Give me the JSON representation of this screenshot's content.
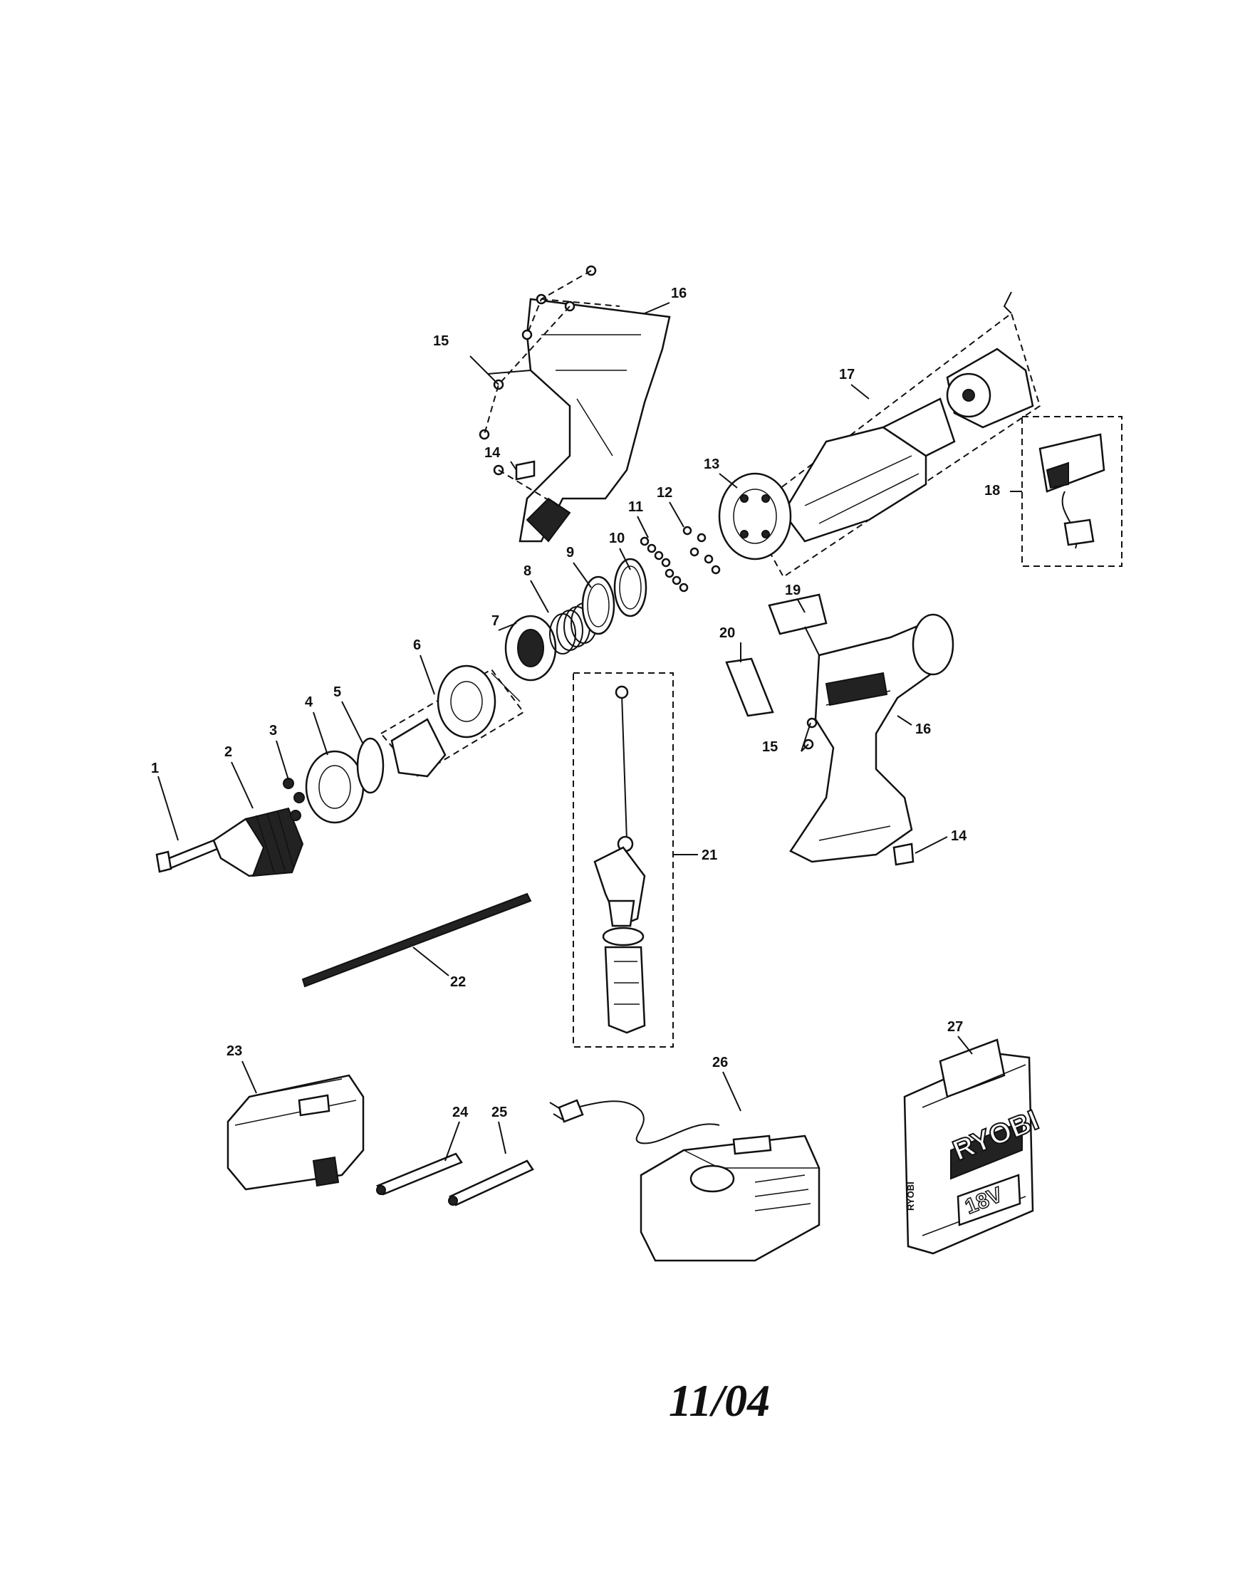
{
  "diagram": {
    "date_code": "11/04",
    "part_labels": [
      "1",
      "2",
      "3",
      "4",
      "5",
      "6",
      "7",
      "8",
      "9",
      "10",
      "11",
      "12",
      "13",
      "14",
      "15",
      "16",
      "17",
      "18",
      "19",
      "20",
      "21",
      "22",
      "23",
      "24",
      "25",
      "26",
      "27"
    ],
    "second_view_labels": {
      "housing": "16",
      "screws": "15",
      "clip": "14"
    },
    "case_brand": "RYOBI",
    "case_voltage": "18V",
    "case_small_print": "RYOBI"
  }
}
